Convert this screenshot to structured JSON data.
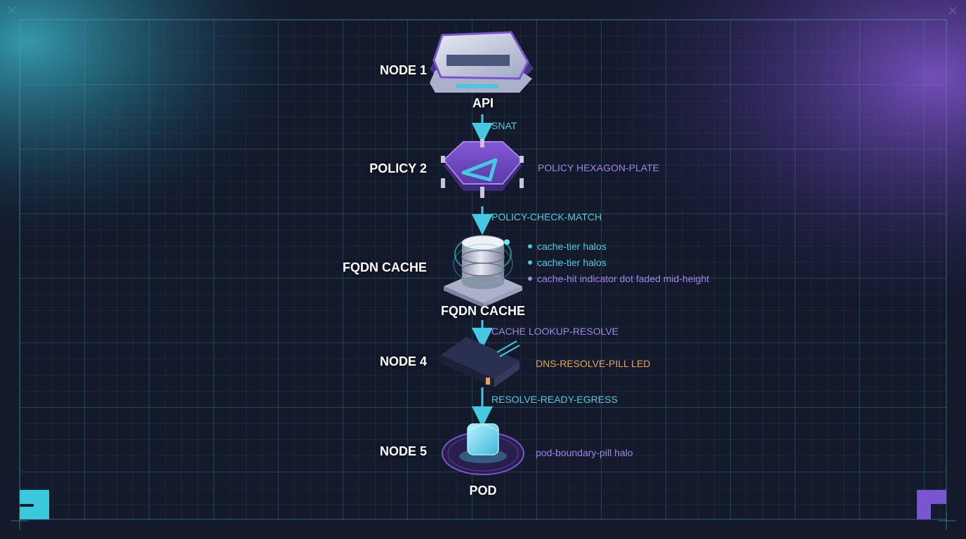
{
  "colors": {
    "background": "#131a2c",
    "grid": "#3a6e86",
    "accent_cyan": "#46c9e0",
    "accent_purple": "#7a55d0",
    "accent_orange": "#e7a35a"
  },
  "nodes": [
    {
      "label": "NODE 1",
      "caption": "API",
      "icon": "server-icon"
    },
    {
      "label": "POLICY 2",
      "icon": "policy-hexagon-plate-icon"
    },
    {
      "label": "FQDN CACHE",
      "caption": "FQDN CACHE",
      "icon": "database-cache-icon"
    },
    {
      "label": "NODE 4",
      "icon": "dns-resolver-device-icon"
    },
    {
      "label": "NODE 5",
      "caption": "POD",
      "icon": "pod-cube-icon"
    }
  ],
  "edges": [
    "SNAT",
    "POLICY-CHECK-MATCH",
    "CACHE LOOKUP-RESOLVE",
    "RESOLVE-READY-EGRESS"
  ],
  "annotations": {
    "policy": "POLICY HEXAGON-PLATE",
    "cache": [
      "cache-tier halos",
      "cache-tier halos",
      "cache-hit indicator dot faded mid-height"
    ],
    "node4": "DNS-RESOLVE-PILL LED",
    "pod": "pod-boundary-pill halo"
  }
}
